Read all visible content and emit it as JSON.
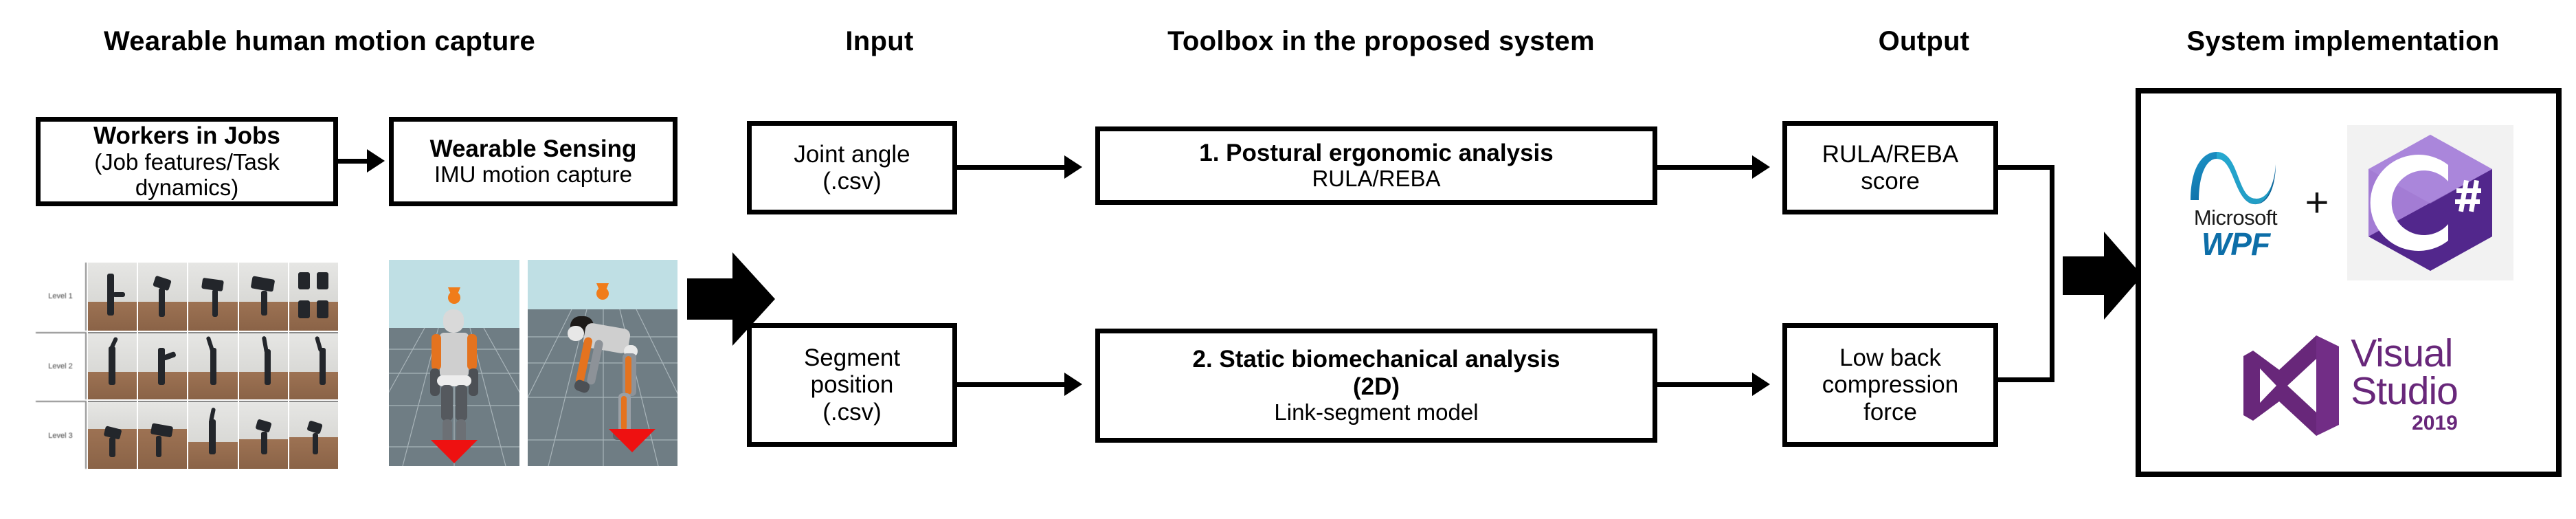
{
  "headers": {
    "capture": "Wearable human motion capture",
    "input": "Input",
    "toolbox": "Toolbox in the proposed system",
    "output": "Output",
    "implementation": "System implementation"
  },
  "capture_stage": {
    "workers_box": {
      "title": "Workers in Jobs",
      "line2": "(Job features/Task",
      "line3": "dynamics)"
    },
    "sensing_box": {
      "title": "Wearable Sensing",
      "subtitle": "IMU motion capture"
    },
    "photo_grid": {
      "row_labels": [
        "Level 1",
        "Level 2",
        "Level 3"
      ],
      "description": "Photo grid of workers in motion-capture suits performing job tasks"
    },
    "avatars": {
      "left_caption": "3D avatar standing pose",
      "right_caption": "3D avatar bending pose"
    }
  },
  "input_boxes": [
    {
      "line1": "Joint angle",
      "line2": "(.csv)"
    },
    {
      "line1": "Segment",
      "line2": "position",
      "line3": "(.csv)"
    }
  ],
  "toolbox_boxes": [
    {
      "title": "1. Postural ergonomic analysis",
      "subtitle": "RULA/REBA"
    },
    {
      "title": "2. Static biomechanical analysis",
      "title2": "(2D)",
      "subtitle": "Link-segment model"
    }
  ],
  "output_boxes": [
    {
      "line1": "RULA/REBA",
      "line2": "score"
    },
    {
      "line1": "Low back",
      "line2": "compression",
      "line3": "force"
    }
  ],
  "implementation": {
    "wpf": {
      "brand": "Microsoft",
      "product": "WPF"
    },
    "plus": "+",
    "csharp": {
      "letter": "C",
      "hash": "#"
    },
    "visual_studio": {
      "line1": "Visual",
      "line2": "Studio",
      "year": "2019"
    }
  },
  "colors": {
    "stroke": "#000000",
    "wpf_blue": "#0d6ea8",
    "csharp_light": "#a37cd4",
    "csharp_dark": "#4b1f86",
    "vs_purple": "#68277a",
    "marker_orange": "#f07c1a",
    "cone_red": "#ee1111",
    "sky": "#bfdfe4",
    "floor": "#6f7d84"
  }
}
